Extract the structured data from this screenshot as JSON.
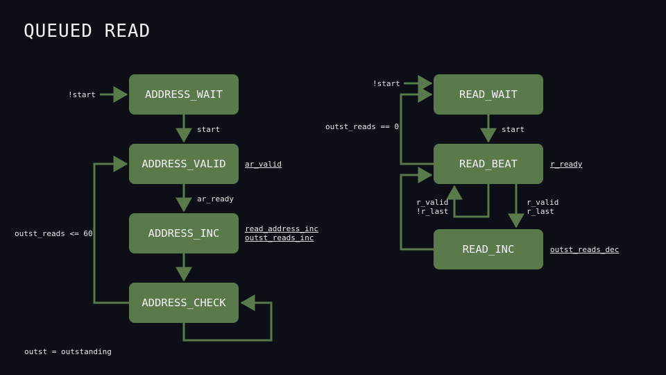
{
  "title": "QUEUED READ",
  "states": {
    "address_wait": "ADDRESS_WAIT",
    "address_valid": "ADDRESS_VALID",
    "address_inc": "ADDRESS_INC",
    "address_check": "ADDRESS_CHECK",
    "read_wait": "READ_WAIT",
    "read_beat": "READ_BEAT",
    "read_inc": "READ_INC"
  },
  "transitions": {
    "not_start_left": "!start",
    "start_left": "start",
    "ar_ready": "ar_ready",
    "outst_reads_le_60": "outst_reads <= 60",
    "not_start_right": "!start",
    "outst_reads_eq_0": "outst_reads == 0",
    "start_right": "start",
    "r_valid_not_last_1": "r_valid",
    "r_valid_not_last_2": "!r_last",
    "r_valid_last_1": "r_valid",
    "r_valid_last_2": "r_last"
  },
  "outputs": {
    "ar_valid": "ar_valid",
    "read_address_inc": "read_address_inc",
    "outst_reads_inc": "outst_reads_inc",
    "r_ready": "r_ready",
    "outst_reads_dec": "outst_reads_dec"
  },
  "footnote": "outst = outstanding",
  "colors": {
    "background": "#0d0f17",
    "state_fill": "#5a7a4c",
    "arrow": "#5a7a4c"
  }
}
